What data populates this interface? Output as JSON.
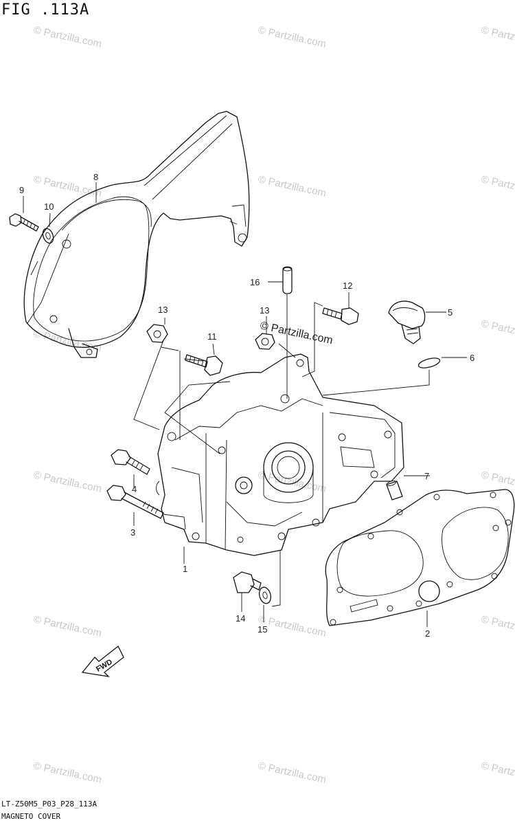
{
  "figure": {
    "title": "FIG .113A",
    "drawing_code": "LT-Z50M5_P03_P28_113A",
    "section_name": "MAGNETO COVER",
    "fwd_label": "FWD"
  },
  "watermark": {
    "text": "© Partzilla.com"
  },
  "callouts": [
    {
      "number": "1"
    },
    {
      "number": "2"
    },
    {
      "number": "3"
    },
    {
      "number": "4"
    },
    {
      "number": "5"
    },
    {
      "number": "6"
    },
    {
      "number": "7"
    },
    {
      "number": "8"
    },
    {
      "number": "9"
    },
    {
      "number": "10"
    },
    {
      "number": "11"
    },
    {
      "number": "12"
    },
    {
      "number": "13"
    },
    {
      "number": "13"
    },
    {
      "number": "14"
    },
    {
      "number": "15"
    },
    {
      "number": "16"
    }
  ]
}
